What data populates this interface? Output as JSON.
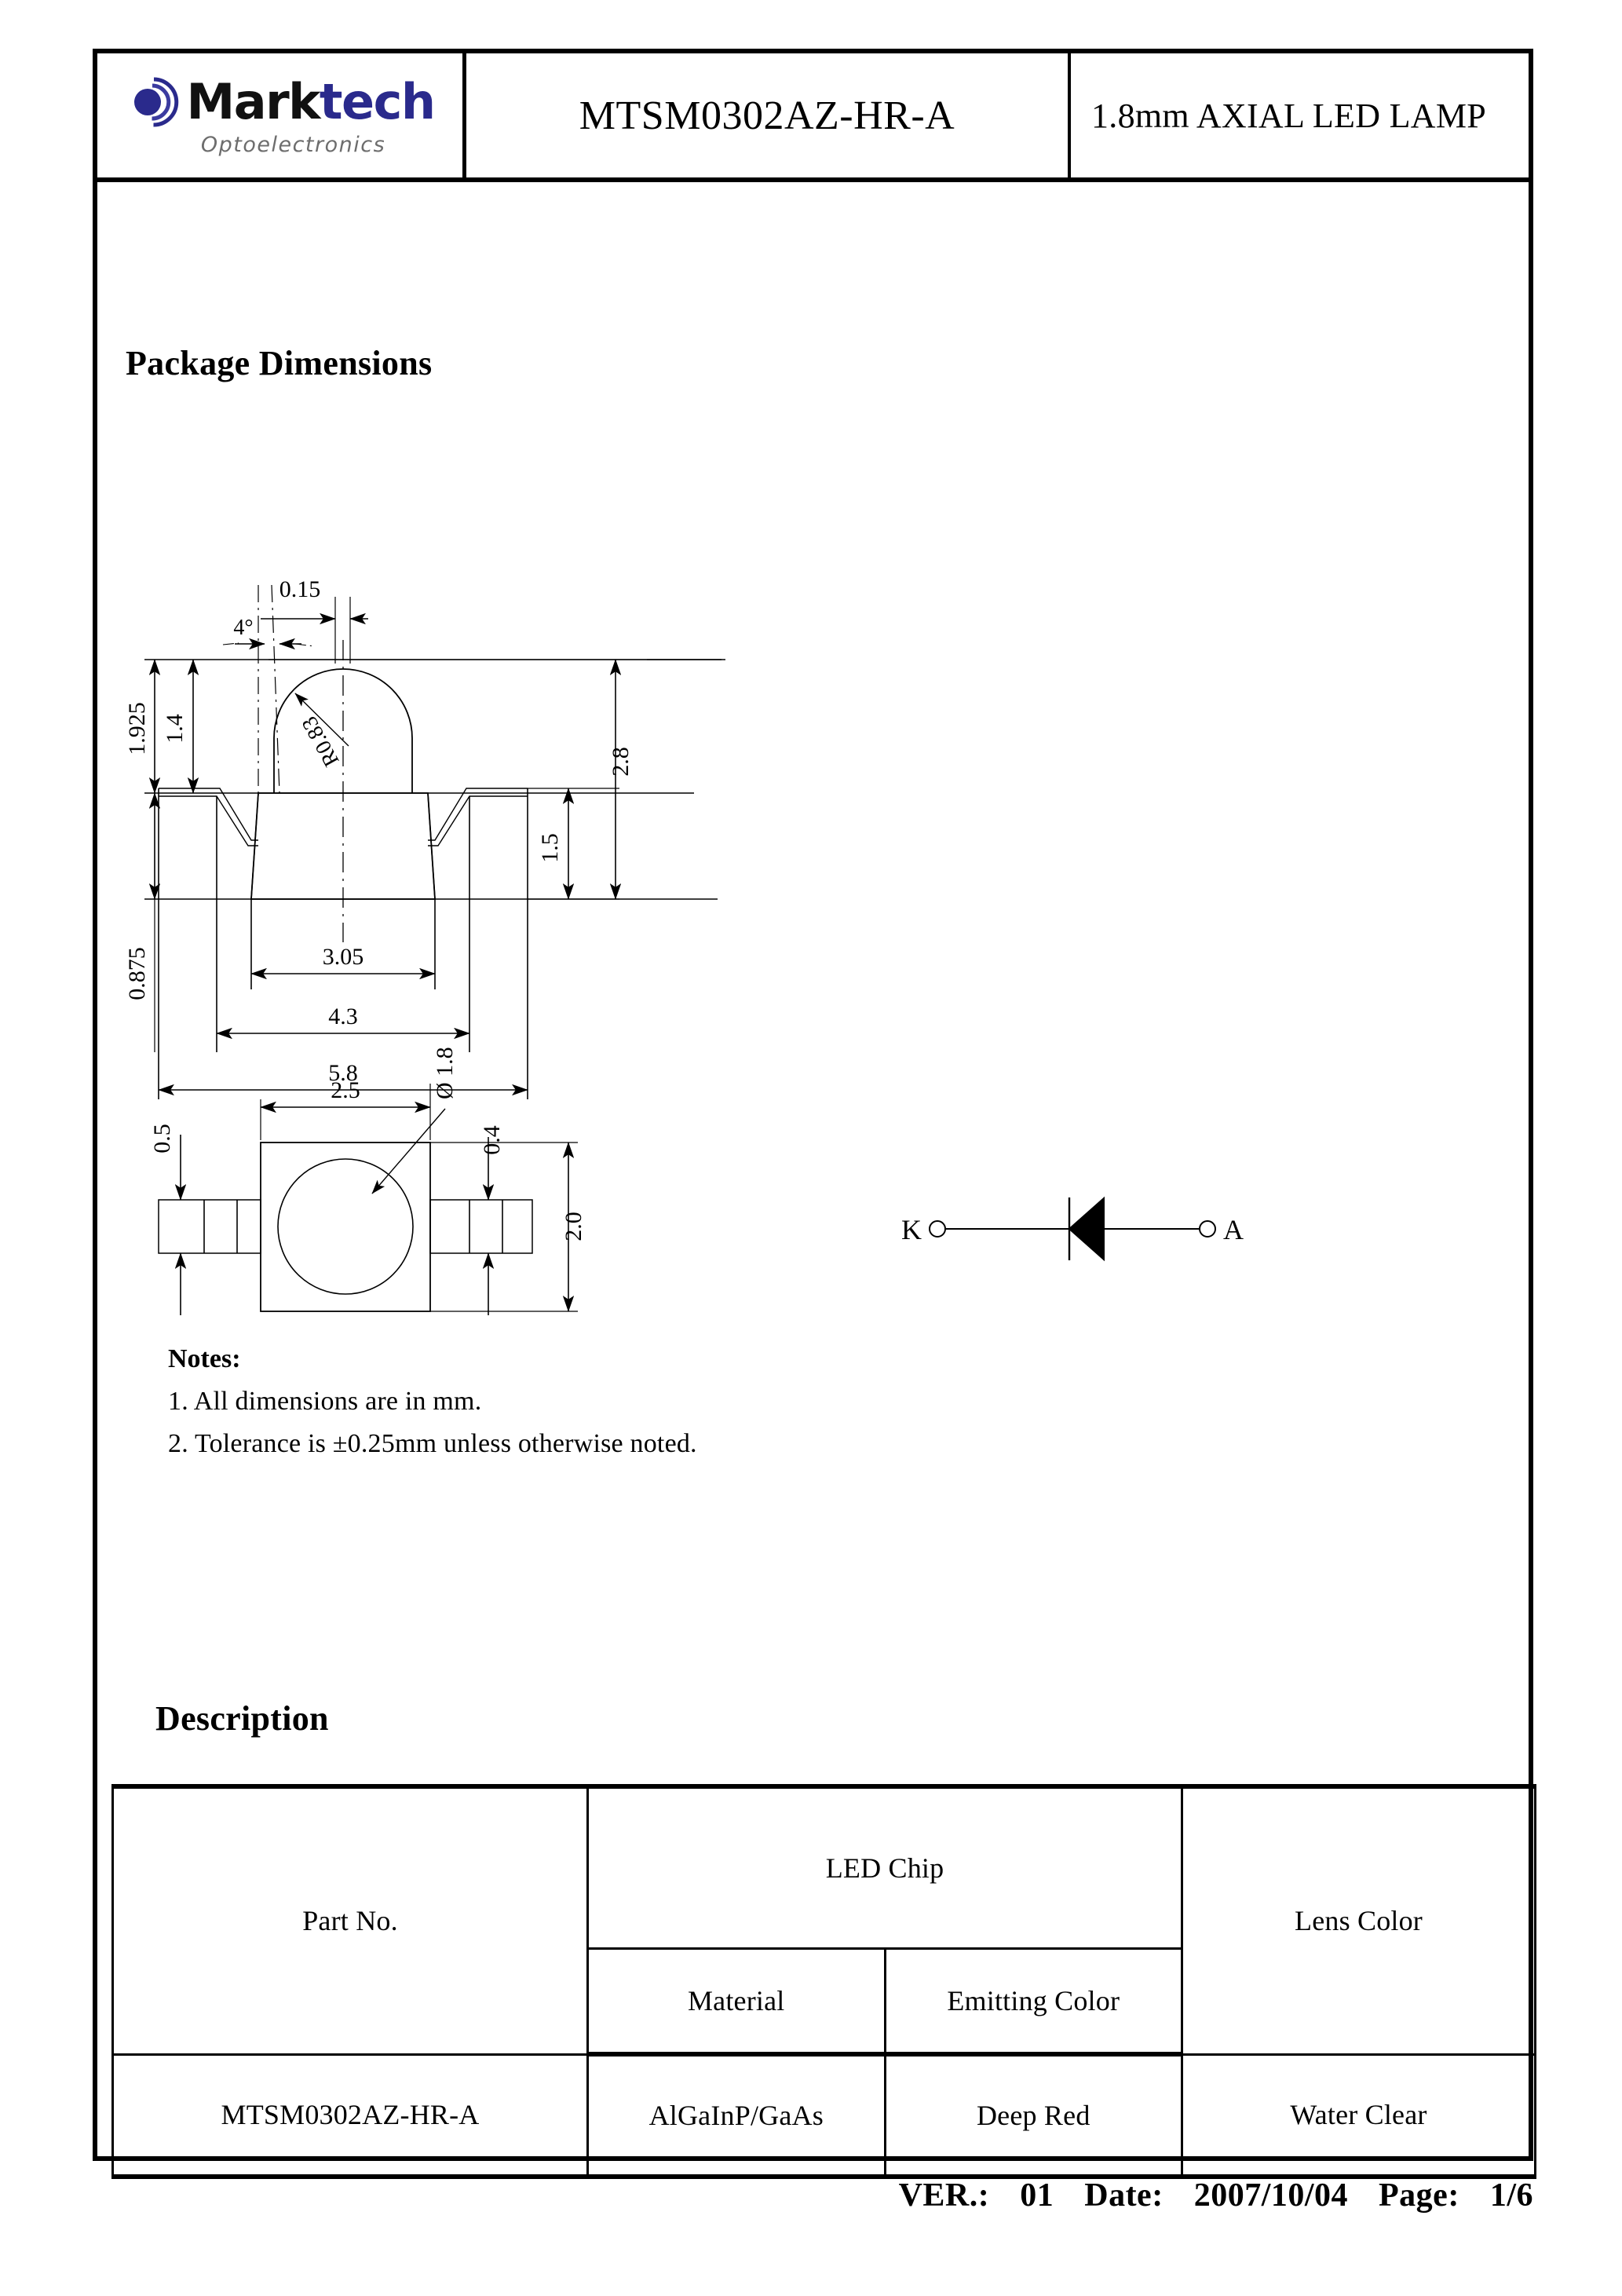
{
  "header": {
    "logo": {
      "brand_part1": "Mark",
      "brand_part2": "tech",
      "tagline": "Optoelectronics",
      "mark_color": "#2a2a8c"
    },
    "part_number": "MTSM0302AZ-HR-A",
    "product_description": "1.8mm AXIAL LED LAMP"
  },
  "sections": {
    "package_dimensions_title": "Package Dimensions",
    "description_title": "Description"
  },
  "drawing": {
    "side_view": {
      "dims": {
        "top_width": "0.15",
        "draft_angle": "4°",
        "lens_radius": "R0.83",
        "overall_height": "1.925",
        "dome_height": "1.4",
        "body_to_base": "0.875",
        "total_height_right": "2.8",
        "body_height_right": "1.5",
        "body_width_inner": "3.05",
        "body_width_outer": "4.3",
        "overall_width": "5.8"
      }
    },
    "top_view": {
      "dims": {
        "body_width": "2.5",
        "lens_diameter": "Ø 1.8",
        "lead_width": "0.4",
        "lead_offset": "0.5",
        "body_height": "2.0"
      }
    },
    "schematic": {
      "cathode_label": "K",
      "anode_label": "A"
    }
  },
  "notes": {
    "title": "Notes:",
    "items": [
      "1. All dimensions are in mm.",
      "2. Tolerance is ±0.25mm unless otherwise noted."
    ]
  },
  "description_table": {
    "headers": {
      "part_no": "Part    No.",
      "led_chip": "LED Chip",
      "material": "Material",
      "emitting_color": "Emitting Color",
      "lens_color": "Lens Color"
    },
    "rows": [
      {
        "part_no": "MTSM0302AZ-HR-A",
        "material": "AlGaInP/GaAs",
        "emitting_color": "Deep Red",
        "lens_color": "Water Clear"
      }
    ]
  },
  "footer": {
    "version_label": "VER.:",
    "version_value": "01",
    "date_label": "Date:",
    "date_value": "2007/10/04",
    "page_label": "Page:",
    "page_value": "1/6"
  }
}
